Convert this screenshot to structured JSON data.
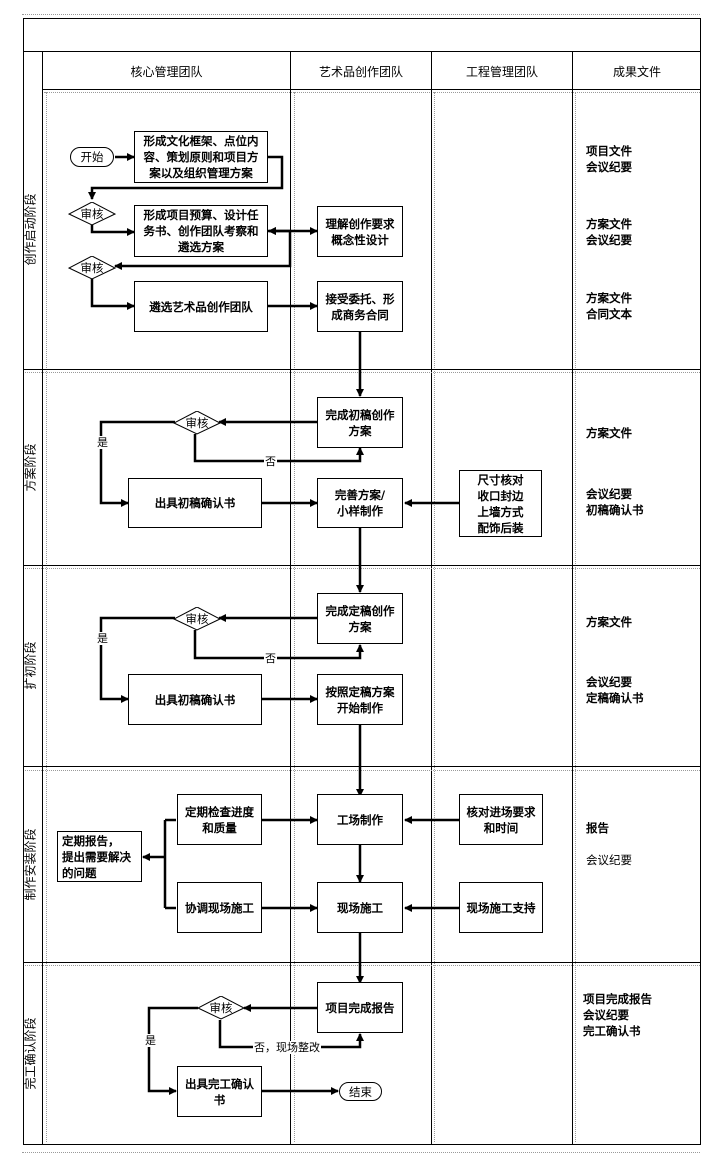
{
  "diagram": {
    "type": "swimlane-flowchart",
    "columns": [
      {
        "id": "core",
        "label": "核心管理团队"
      },
      {
        "id": "art",
        "label": "艺术品创作团队"
      },
      {
        "id": "eng",
        "label": "工程管理团队"
      },
      {
        "id": "output",
        "label": "成果文件"
      }
    ],
    "phases": [
      {
        "id": "p1",
        "label": "创作启动阶段"
      },
      {
        "id": "p2",
        "label": "方案阶段"
      },
      {
        "id": "p3",
        "label": "扩初阶段"
      },
      {
        "id": "p4",
        "label": "制作安装阶段"
      },
      {
        "id": "p5",
        "label": "完工确认阶段"
      }
    ],
    "nodes": {
      "start": "开始",
      "n1": "形成文化框架、点位内\n容、策划原则和项目方\n案以及组织管理方案",
      "r1": "审核",
      "n2": "形成项目预算、设计任\n务书、创作团队考察和\n遴选方案",
      "a1": "理解创作要求\n概念性设计",
      "r2": "审核",
      "n3": "遴选艺术品创作团队",
      "a2": "接受委托、形\n成商务合同",
      "a3": "完成初稿创作\n方案",
      "r3": "审核",
      "n4": "出具初稿确认书",
      "a4": "完善方案/\n小样制作",
      "e1": "尺寸核对\n收口封边\n上墙方式\n配饰后装",
      "a5": "完成定稿创作\n方案",
      "r4": "审核",
      "n5": "出具初稿确认书",
      "a6": "按照定稿方案\n开始制作",
      "n6": "定期检查进度\n和质量",
      "n7": "定期报告，\n提出需要解决\n的问题",
      "n8": "协调现场施工",
      "a7": "工场制作",
      "e2": "核对进场要求\n和时间",
      "a8": "现场施工",
      "e3": "现场施工支持",
      "a9": "项目完成报告",
      "r5": "审核",
      "n9": "出具完工确认\n书",
      "end": "结束"
    },
    "edge_labels": {
      "yes": "是",
      "no": "否",
      "no_rectify": "否，现场整改"
    },
    "outputs": {
      "p1_a": "项目文件\n会议纪要",
      "p1_b": "方案文件\n会议纪要",
      "p1_c": "方案文件\n合同文本",
      "p2_a": "方案文件",
      "p2_b": "会议纪要\n初稿确认书",
      "p3_a": "方案文件",
      "p3_b": "会议纪要\n定稿确认书",
      "p4_bold": "报告",
      "p4_normal": "会议纪要",
      "p5": "项目完成报告\n会议纪要\n完工确认书"
    }
  }
}
